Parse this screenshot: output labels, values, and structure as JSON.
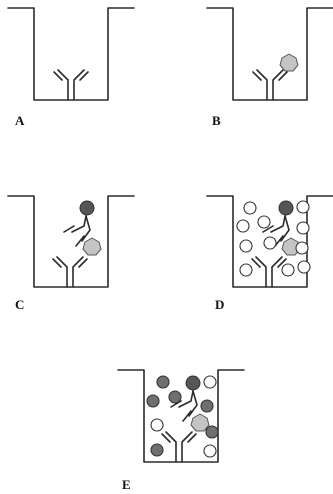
{
  "panels": {
    "a": {
      "label": "A"
    },
    "b": {
      "label": "B"
    },
    "c": {
      "label": "C"
    },
    "d": {
      "label": "D"
    },
    "e": {
      "label": "E"
    }
  },
  "colors": {
    "stroke": "#2b2b2b",
    "antigen": "#c4c4c4",
    "enzyme_dark": "#555555",
    "substrate_fill": "#ffffff",
    "product_fill": "#6f6f6f",
    "background": "#ffffff"
  }
}
